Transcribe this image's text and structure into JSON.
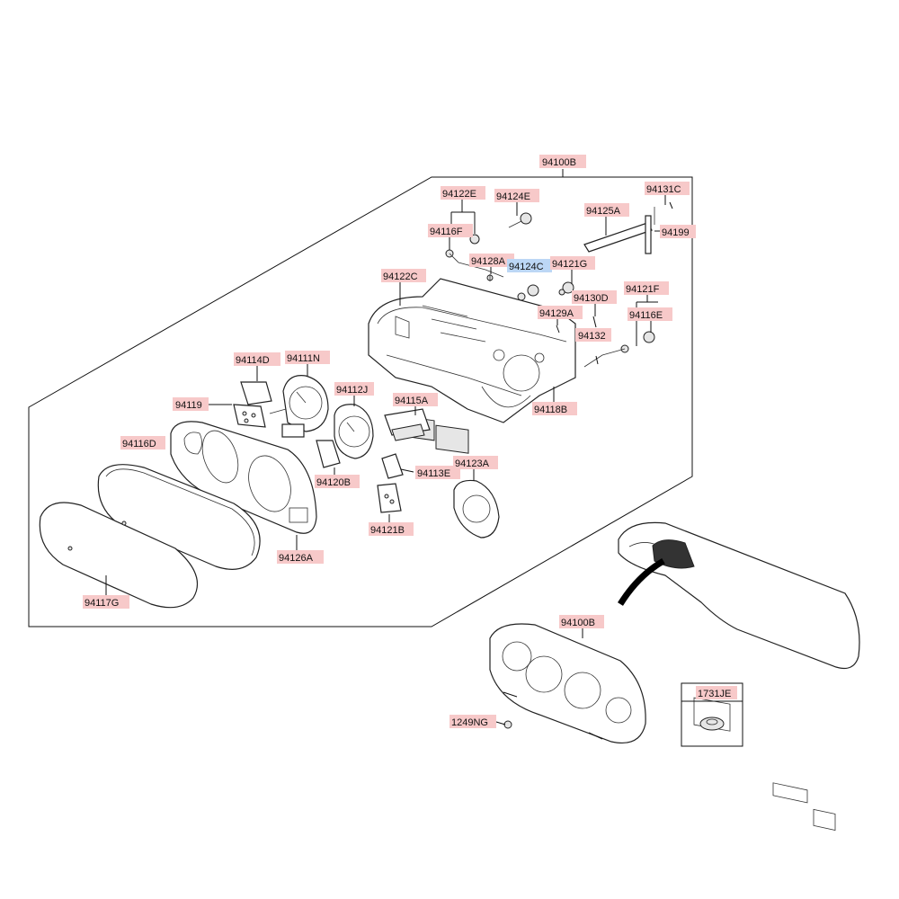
{
  "labels": {
    "p94100B_top": "94100B",
    "p94122E": "94122E",
    "p94124E": "94124E",
    "p94131C": "94131C",
    "p94125A": "94125A",
    "p94199": "94199",
    "p94116F": "94116F",
    "p94128A": "94128A",
    "p94124C": "94124C",
    "p94121G": "94121G",
    "p94122C": "94122C",
    "p94130D": "94130D",
    "p94121F": "94121F",
    "p94129A": "94129A",
    "p94116E": "94116E",
    "p94132": "94132",
    "p94114D": "94114D",
    "p94111N": "94111N",
    "p94112J": "94112J",
    "p94115A": "94115A",
    "p94119": "94119",
    "p94118B": "94118B",
    "p94116D": "94116D",
    "p94113E": "94113E",
    "p94123A": "94123A",
    "p94120B": "94120B",
    "p94121B": "94121B",
    "p94126A": "94126A",
    "p94117G": "94117G",
    "p94100B_bottom": "94100B",
    "p1249NG": "1249NG",
    "p1731JE": "1731JE"
  },
  "colors": {
    "label_bg": "#f7c9c9",
    "label_bg_highlight": "#bcd7f5",
    "line": "#111111"
  }
}
